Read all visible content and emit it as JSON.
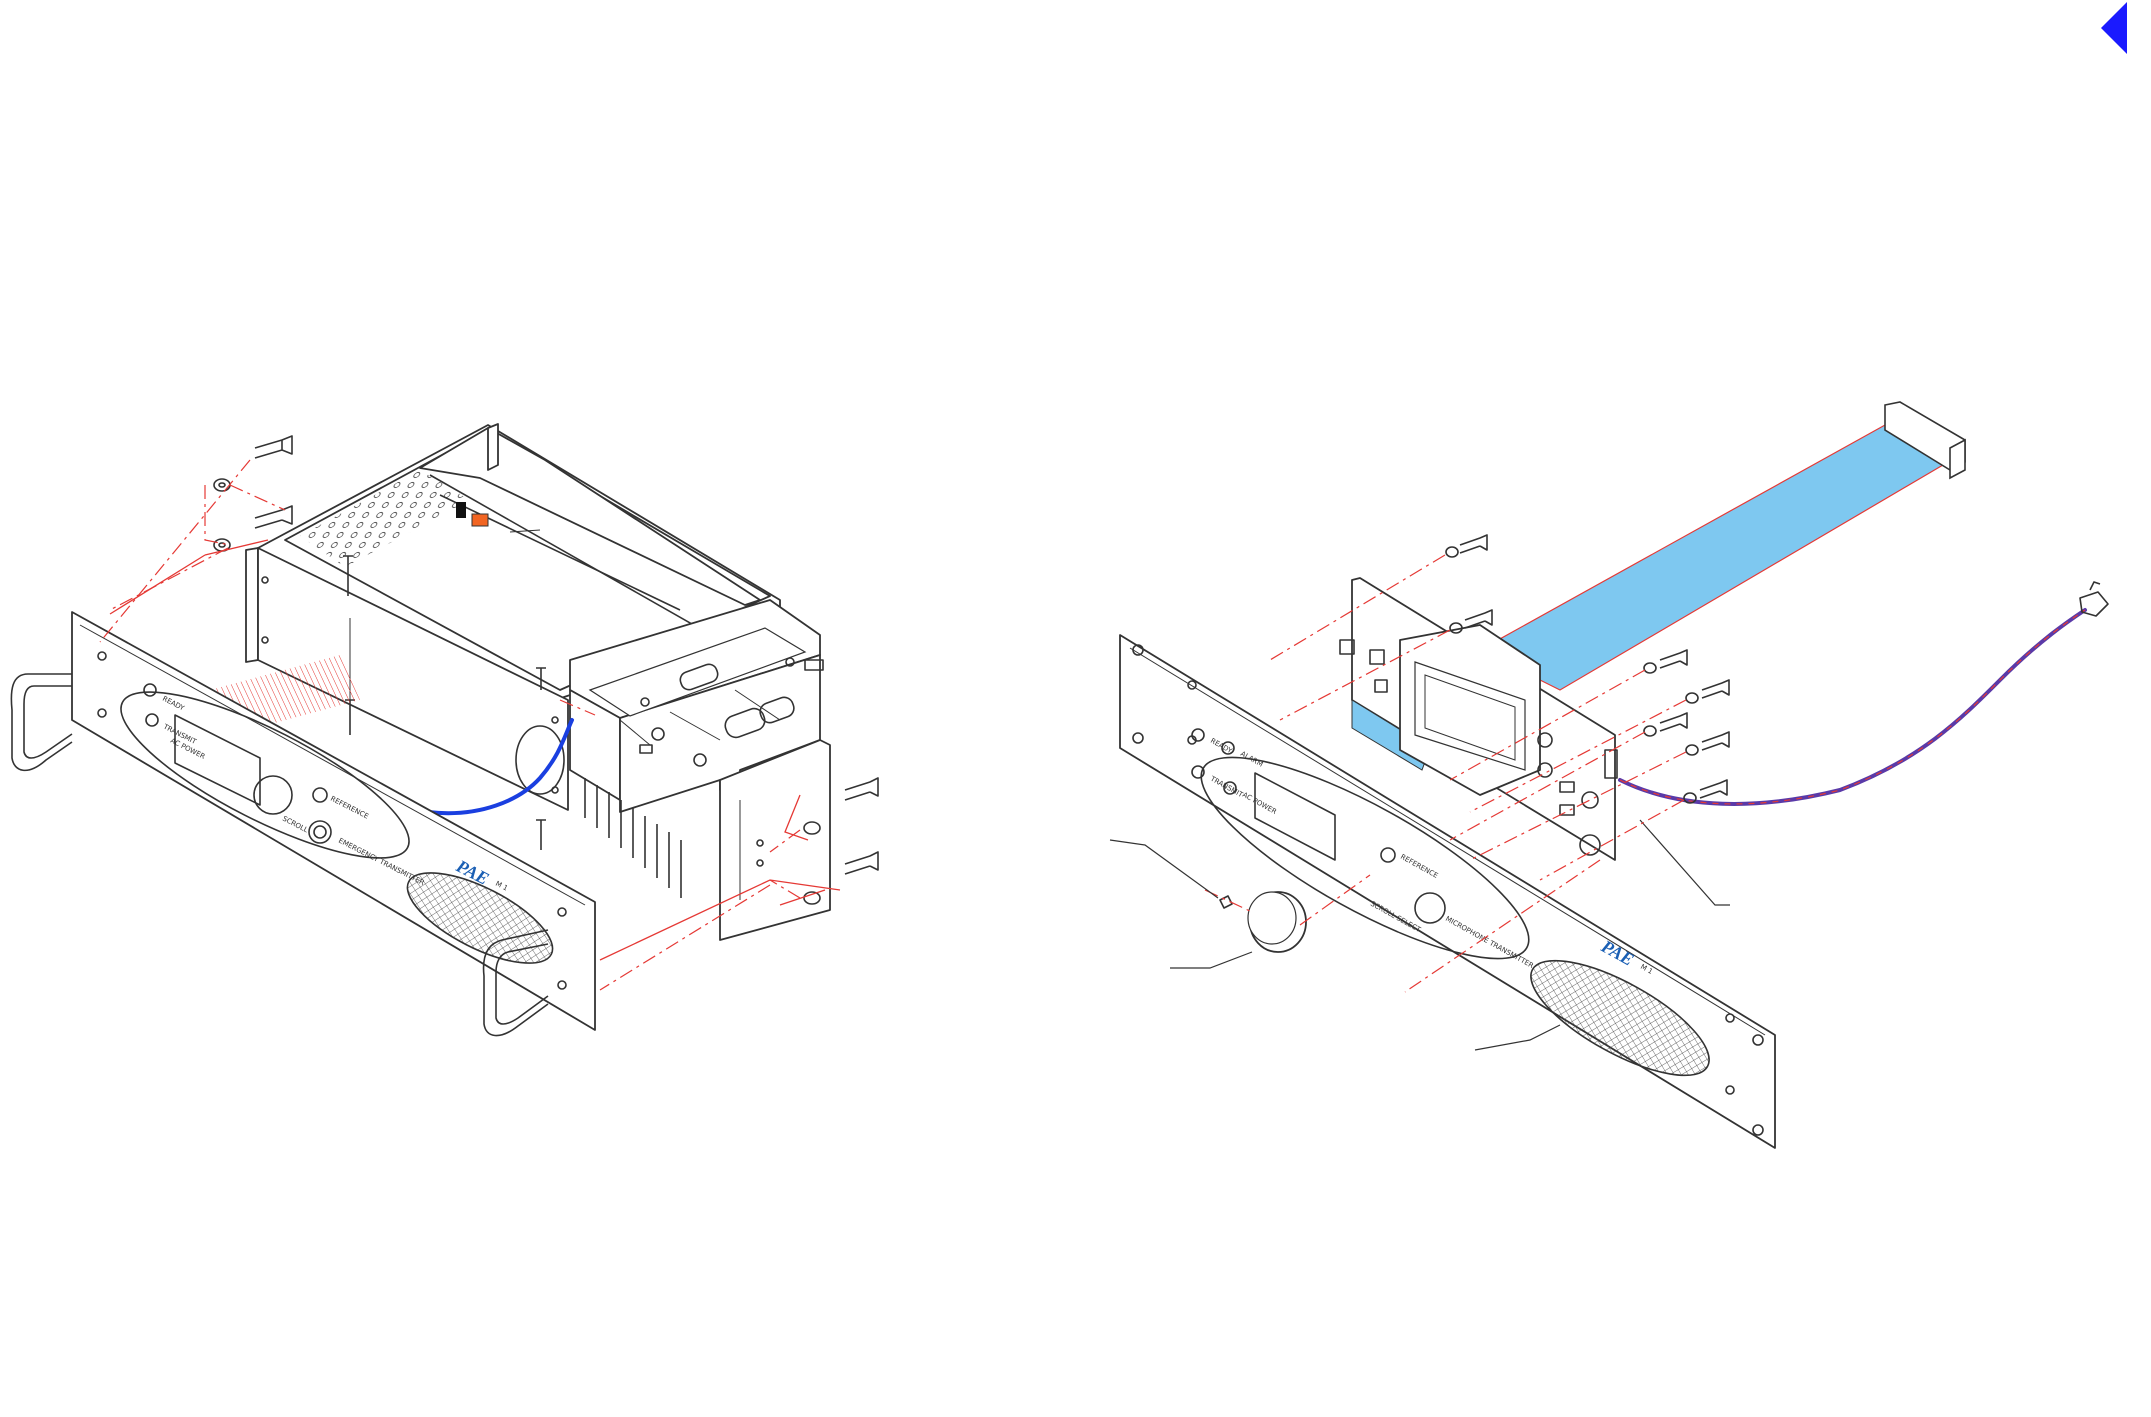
{
  "nav": {
    "back_icon": "triangle-left-icon",
    "back_color": "#1a1aff"
  },
  "colors": {
    "harness": "#1a3fe0",
    "ribbon_cable": "#7ec8f0",
    "coax_cable": "#5a3aa8",
    "leader_lines": "#e53935",
    "brand": "#1a5fb4"
  },
  "left_assembly": {
    "front_panel": {
      "status_labels": [
        "READY",
        "SCROLL",
        "TRANSMIT",
        "AC POWER"
      ],
      "key_label": "REFERENCE",
      "mic_label": "EMERGENCY TRANSMITTER",
      "brand": "PAE",
      "brand_sub": "M 1"
    }
  },
  "right_assembly": {
    "front_panel": {
      "status_labels": [
        "READY",
        "ALARM",
        "TRANSMIT",
        "AC POWER"
      ],
      "key_label": "REFERENCE",
      "select_label": "SCROLL SELECT",
      "mic_label": "MICROPHONE TRANSMITTER",
      "brand": "PAE",
      "brand_sub": "M 1"
    }
  }
}
